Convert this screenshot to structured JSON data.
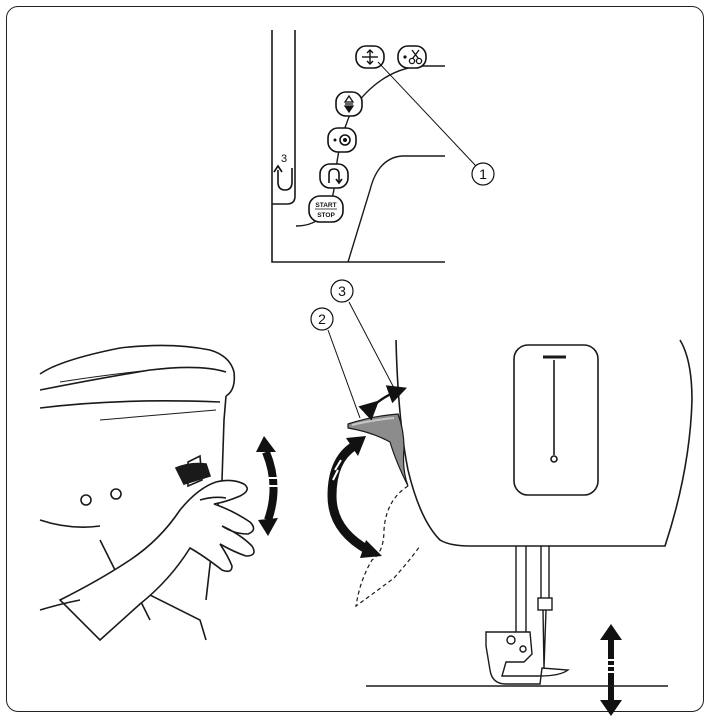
{
  "panel": {
    "start_stop_top": "START",
    "start_stop_bottom": "STOP",
    "sidebar_number": "3"
  },
  "callouts": {
    "one": "1",
    "two": "2",
    "three": "3"
  },
  "colors": {
    "line": "#1a1a1a",
    "lever_fill": "#8c8c8c",
    "lever_highlight": "#c8c8c8"
  },
  "icons": {
    "needle_up_down": "needle-up-down-icon",
    "thread_cutter": "scissors-icon",
    "presser_foot_up_down": "triangle-up-down-icon",
    "auto_lock": "dot-circle-icon",
    "reverse": "reverse-u-arrow-icon",
    "start_stop": "start-stop-icon"
  }
}
